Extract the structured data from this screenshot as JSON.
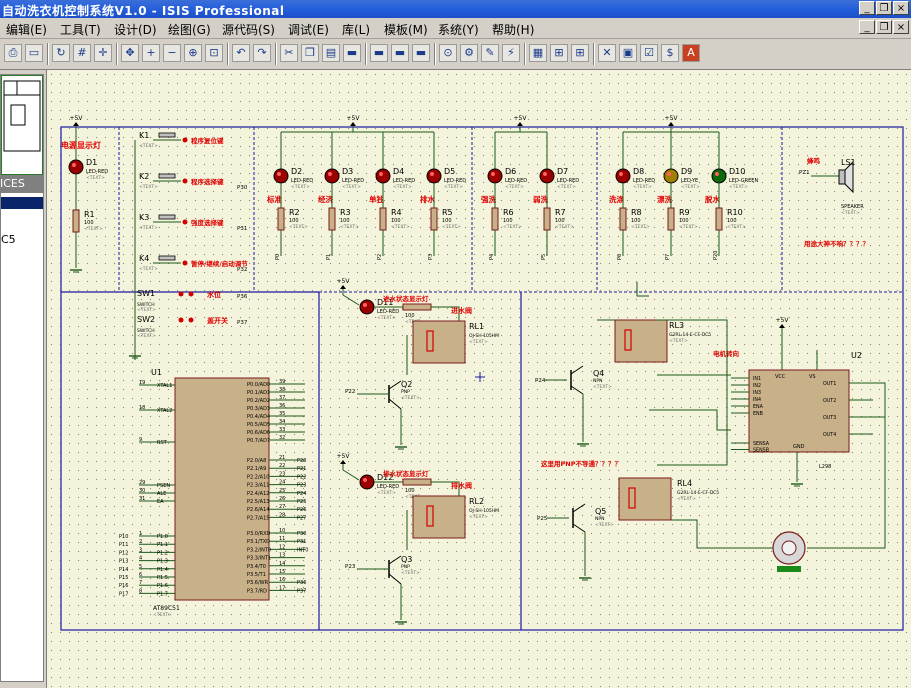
{
  "window": {
    "title": "自动洗衣机控制系统V1.0 - ISIS Professional"
  },
  "menu": [
    "编辑(E)",
    "工具(T)",
    "设计(D)",
    "绘图(G)",
    "源代码(S)",
    "调试(E)",
    "库(L)",
    "模板(M)",
    "系统(Y)",
    "帮助(H)"
  ],
  "window_buttons": {
    "minimize": "_",
    "restore": "❐",
    "close": "×"
  },
  "toolbar_icons": [
    "print-icon",
    "area-icon",
    "refresh-icon",
    "grid-icon",
    "origin-icon",
    "pan-icon",
    "zoom-in-icon",
    "zoom-out-icon",
    "zoom-all-icon",
    "zoom-area-icon",
    "undo-icon",
    "redo-icon",
    "cut-icon",
    "copy-icon",
    "paste-icon",
    "block-copy-icon",
    "block-move-icon",
    "block-rotate-icon",
    "block-delete-icon",
    "pick-device-icon",
    "make-device-icon",
    "decompose-icon",
    "wire-autorouter-icon",
    "search-tag-icon",
    "property-assign-icon",
    "new-sheet-icon",
    "remove-sheet-icon",
    "zoom-child-icon",
    "netlist-icon",
    "bom-icon",
    "ares-icon"
  ],
  "left_panel": {
    "devices_header": "ICES",
    "device_item": "C5"
  },
  "schematic": {
    "power_label": "+5V",
    "text_placeholder": "<TEXT>",
    "power_indicator": {
      "ref": "D1",
      "caption": "电源显示灯",
      "model": "LED-RED",
      "resistor": "R1",
      "value": "100"
    },
    "keys": [
      {
        "ref": "K1",
        "label": "程序复位键",
        "net": ""
      },
      {
        "ref": "K2",
        "label": "程序选择键",
        "net": "P30"
      },
      {
        "ref": "K3",
        "label": "强度选择键",
        "net": "P31"
      },
      {
        "ref": "K4",
        "label": "暂停/继续/启动调节",
        "net": "P32"
      }
    ],
    "switches": [
      {
        "ref": "SW1",
        "model": "SWITCH",
        "label": "水位",
        "net": "P36"
      },
      {
        "ref": "SW2",
        "model": "SWITCH",
        "label": "盖开关",
        "net": "P37"
      }
    ],
    "mode_leds": [
      {
        "ref": "D2",
        "caption": "标准",
        "res": "R2",
        "net": "P0"
      },
      {
        "ref": "D3",
        "caption": "经济",
        "res": "R3",
        "net": "P1"
      },
      {
        "ref": "D4",
        "caption": "单独",
        "res": "R4",
        "net": "P2"
      },
      {
        "ref": "D5",
        "caption": "排水",
        "res": "R5",
        "net": "P3"
      }
    ],
    "strength_leds": [
      {
        "ref": "D6",
        "caption": "强洗",
        "res": "R6",
        "net": "P4"
      },
      {
        "ref": "D7",
        "caption": "弱洗",
        "res": "R7",
        "net": "P5"
      }
    ],
    "stage_leds": [
      {
        "ref": "D8",
        "caption": "洗涤",
        "res": "R8",
        "model": "LED-RED",
        "net": "P6"
      },
      {
        "ref": "D9",
        "caption": "漂洗",
        "res": "R9",
        "model": "LED-YE",
        "net": "P7"
      },
      {
        "ref": "D10",
        "caption": "脱水",
        "res": "R10",
        "model": "LED-GREEN",
        "net": "P20"
      }
    ],
    "led_model": "LED-RED",
    "resistor_value": "100",
    "speaker": {
      "ref": "LS1",
      "model": "SPEAKER",
      "caption": "蜂鸣",
      "note": "用途大神不响？？？？",
      "net": "PZ1"
    },
    "inlet": {
      "led": "D11",
      "led_caption": "进水状态显示灯",
      "relay": "RL1",
      "relay_model": "OJ-SH-105HM",
      "relay_caption": "进水阀",
      "transistor": "Q2",
      "type": "PNP",
      "net": "P22"
    },
    "drain": {
      "led": "D12",
      "led_caption": "排水状态显示灯",
      "relay": "RL2",
      "relay_model": "OJ-SH-105HM",
      "relay_caption": "排水阀",
      "transistor": "Q3",
      "type": "PNP",
      "net": "P23"
    },
    "motor_relays": [
      {
        "ref": "RL3",
        "model": "G2RL-14-E-CF-DC5",
        "caption": "电机转向",
        "transistor": "Q4",
        "type": "NPN",
        "net": "P24"
      },
      {
        "ref": "RL4",
        "model": "G2RL-14-E-CF-DC5",
        "caption": "",
        "transistor": "Q5",
        "type": "NPN",
        "net": "P25"
      }
    ],
    "npn_note": "这里用PNP不导通？？？？",
    "driver": {
      "ref": "U2",
      "model": "L298",
      "pins_left": [
        "IN1",
        "IN2",
        "IN3",
        "IN4",
        "ENA",
        "ENB",
        "SENSA",
        "SENSB"
      ],
      "pins_right": [
        "OUT1",
        "OUT2",
        "OUT3",
        "OUT4"
      ],
      "top": [
        "VCC",
        "VS"
      ],
      "bottom": "GND"
    },
    "mcu": {
      "ref": "U1",
      "model": "AT89C51",
      "left_pins": [
        {
          "num": "19",
          "name": "XTAL1"
        },
        {
          "num": "18",
          "name": "XTAL2"
        },
        {
          "num": "9",
          "name": "RST"
        },
        {
          "num": "29",
          "name": "PSEN"
        },
        {
          "num": "30",
          "name": "ALE"
        },
        {
          "num": "31",
          "name": "EA"
        },
        {
          "num": "1",
          "name": "P1.0"
        },
        {
          "num": "2",
          "name": "P1.1"
        },
        {
          "num": "3",
          "name": "P1.2"
        },
        {
          "num": "4",
          "name": "P1.3"
        },
        {
          "num": "5",
          "name": "P1.4"
        },
        {
          "num": "6",
          "name": "P1.5"
        },
        {
          "num": "7",
          "name": "P1.6"
        },
        {
          "num": "8",
          "name": "P1.7"
        }
      ],
      "left_nets": [
        "P10",
        "P11",
        "P12",
        "P13",
        "P14",
        "P15",
        "P16",
        "P17"
      ],
      "right_pins": [
        {
          "num": "39",
          "name": "P0.0/AD0"
        },
        {
          "num": "38",
          "name": "P0.1/AD1"
        },
        {
          "num": "37",
          "name": "P0.2/AD2"
        },
        {
          "num": "36",
          "name": "P0.3/AD3"
        },
        {
          "num": "35",
          "name": "P0.4/AD4"
        },
        {
          "num": "34",
          "name": "P0.5/AD5"
        },
        {
          "num": "33",
          "name": "P0.6/AD6"
        },
        {
          "num": "32",
          "name": "P0.7/AD7"
        },
        {
          "num": "21",
          "name": "P2.0/A8"
        },
        {
          "num": "22",
          "name": "P2.1/A9"
        },
        {
          "num": "23",
          "name": "P2.2/A10"
        },
        {
          "num": "24",
          "name": "P2.3/A11"
        },
        {
          "num": "25",
          "name": "P2.4/A12"
        },
        {
          "num": "26",
          "name": "P2.5/A13"
        },
        {
          "num": "27",
          "name": "P2.6/A14"
        },
        {
          "num": "28",
          "name": "P2.7/A15"
        },
        {
          "num": "10",
          "name": "P3.0/RXD"
        },
        {
          "num": "11",
          "name": "P3.1/TXD"
        },
        {
          "num": "12",
          "name": "P3.2/INT0"
        },
        {
          "num": "13",
          "name": "P3.3/INT1"
        },
        {
          "num": "14",
          "name": "P3.4/T0"
        },
        {
          "num": "15",
          "name": "P3.5/T1"
        },
        {
          "num": "16",
          "name": "P3.6/WR"
        },
        {
          "num": "17",
          "name": "P3.7/RD"
        }
      ],
      "right_nets": [
        "P20",
        "P21",
        "P22",
        "P23",
        "P24",
        "P25",
        "P26",
        "P27",
        "P30",
        "P31",
        "INT0",
        "",
        "",
        "",
        "P36",
        "P37"
      ]
    }
  }
}
